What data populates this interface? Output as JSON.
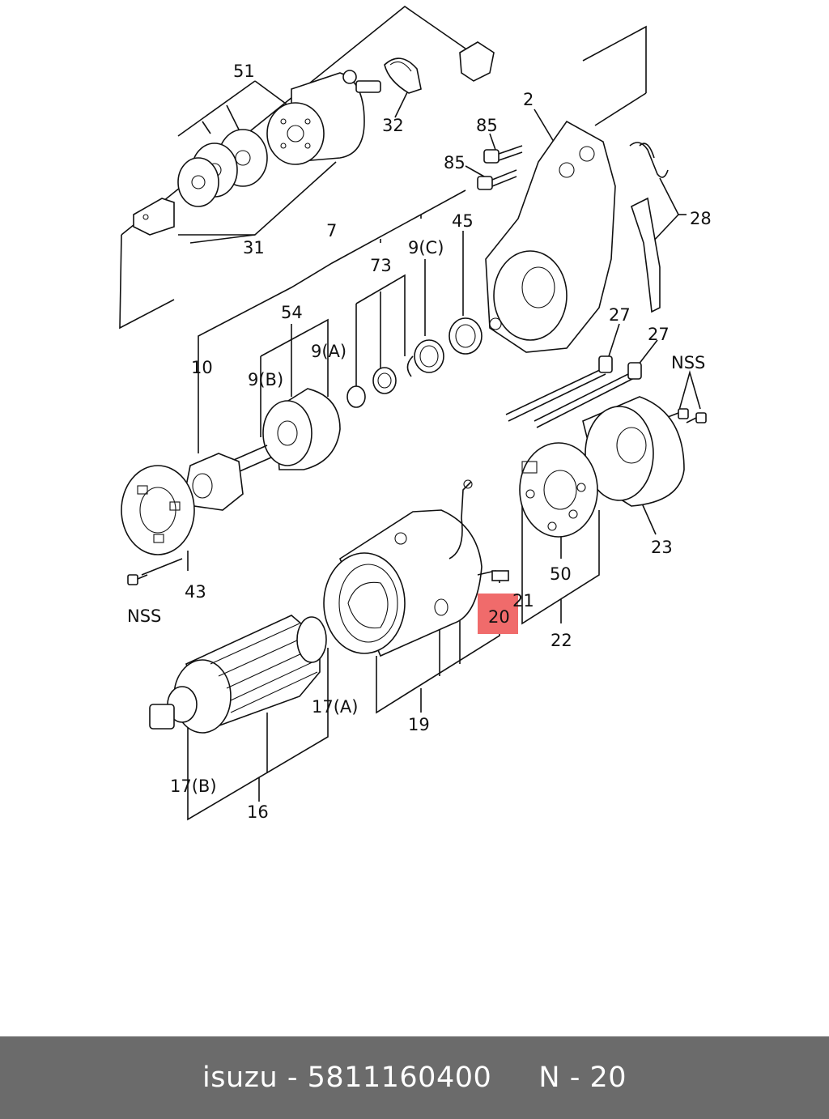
{
  "diagram": {
    "highlight_color": "#f06b6b",
    "callouts": [
      {
        "id": "51",
        "label": "51"
      },
      {
        "id": "32",
        "label": "32"
      },
      {
        "id": "2",
        "label": "2"
      },
      {
        "id": "85a",
        "label": "85"
      },
      {
        "id": "85b",
        "label": "85"
      },
      {
        "id": "28",
        "label": "28"
      },
      {
        "id": "31",
        "label": "31"
      },
      {
        "id": "7",
        "label": "7"
      },
      {
        "id": "45",
        "label": "45"
      },
      {
        "id": "9c",
        "label": "9(C)"
      },
      {
        "id": "73",
        "label": "73"
      },
      {
        "id": "54",
        "label": "54"
      },
      {
        "id": "9a",
        "label": "9(A)"
      },
      {
        "id": "10",
        "label": "10"
      },
      {
        "id": "9b",
        "label": "9(B)"
      },
      {
        "id": "27a",
        "label": "27"
      },
      {
        "id": "27b",
        "label": "27"
      },
      {
        "id": "nss-right",
        "label": "NSS"
      },
      {
        "id": "23",
        "label": "23"
      },
      {
        "id": "50",
        "label": "50"
      },
      {
        "id": "21",
        "label": "21"
      },
      {
        "id": "20",
        "label": "20"
      },
      {
        "id": "22",
        "label": "22"
      },
      {
        "id": "43",
        "label": "43"
      },
      {
        "id": "nss-left",
        "label": "NSS"
      },
      {
        "id": "17a",
        "label": "17(A)"
      },
      {
        "id": "19",
        "label": "19"
      },
      {
        "id": "17b",
        "label": "17(B)"
      },
      {
        "id": "16",
        "label": "16"
      }
    ]
  },
  "footer": {
    "text": "isuzu - 5811160400     N - 20",
    "background": "#6b6b6b"
  }
}
